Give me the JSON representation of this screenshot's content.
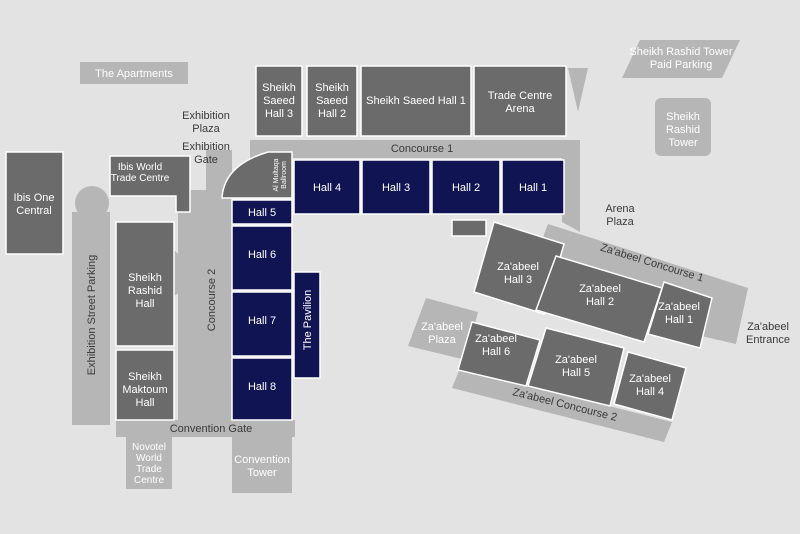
{
  "colors": {
    "background": "#e3e3e3",
    "concourse": "#b6b6b6",
    "building": "#6b6b6b",
    "building_light": "#8c8c8c",
    "hall_highlight": "#101452",
    "outline": "#ffffff"
  },
  "labels": {
    "the_apartments": "The Apartments",
    "sheikh_rashid_tower_parking": [
      "Sheikh Rashid Tower",
      "Paid Parking"
    ],
    "sheikh_saeed_hall_3": [
      "Sheikh",
      "Saeed",
      "Hall 3"
    ],
    "sheikh_saeed_hall_2": [
      "Sheikh",
      "Saeed",
      "Hall 2"
    ],
    "sheikh_saeed_hall_1": "Sheikh Saeed Hall 1",
    "trade_centre_arena": [
      "Trade Centre",
      "Arena"
    ],
    "sheikh_rashid_tower": [
      "Sheikh",
      "Rashid",
      "Tower"
    ],
    "exhibition_plaza": [
      "Exhibition",
      "Plaza"
    ],
    "exhibition_gate": [
      "Exhibition",
      "Gate"
    ],
    "ibis_world_trade_centre": [
      "Ibis World",
      "Trade Centre"
    ],
    "ibis_one_central": [
      "Ibis One",
      "Central"
    ],
    "concourse_1": "Concourse 1",
    "al_multaqa_ballroom": [
      "Al Multaqa",
      "Ballroom"
    ],
    "hall_4": "Hall 4",
    "hall_3": "Hall 3",
    "hall_2": "Hall 2",
    "hall_1": "Hall 1",
    "hall_5": "Hall 5",
    "hall_6": "Hall 6",
    "hall_7": "Hall 7",
    "hall_8": "Hall 8",
    "the_pavilion": "The Pavilion",
    "arena_plaza": [
      "Arena",
      "Plaza"
    ],
    "exhibition_street_parking": "Exhibition Street Parking",
    "sheikh_rashid_hall": [
      "Sheikh",
      "Rashid",
      "Hall"
    ],
    "concourse_2": "Concourse 2",
    "sheikh_maktoum_hall": [
      "Sheikh",
      "Maktoum",
      "Hall"
    ],
    "convention_gate": "Convention Gate",
    "novotel_world_trade_centre": [
      "Novotel",
      "World",
      "Trade",
      "Centre"
    ],
    "convention_tower": [
      "Convention",
      "Tower"
    ],
    "zaabeel_concourse_1": "Za'abeel Concourse 1",
    "zaabeel_hall_3": [
      "Za'abeel",
      "Hall 3"
    ],
    "zaabeel_hall_2": [
      "Za'abeel",
      "Hall 2"
    ],
    "zaabeel_hall_1": [
      "Za'abeel",
      "Hall 1"
    ],
    "zaabeel_plaza": [
      "Za'abeel",
      "Plaza"
    ],
    "zaabeel_hall_6": [
      "Za'abeel",
      "Hall 6"
    ],
    "zaabeel_hall_5": [
      "Za'abeel",
      "Hall 5"
    ],
    "zaabeel_hall_4": [
      "Za'abeel",
      "Hall 4"
    ],
    "zaabeel_concourse_2": "Za'abeel Concourse 2",
    "zaabeel_entrance": [
      "Za'abeel",
      "Entrance"
    ]
  }
}
